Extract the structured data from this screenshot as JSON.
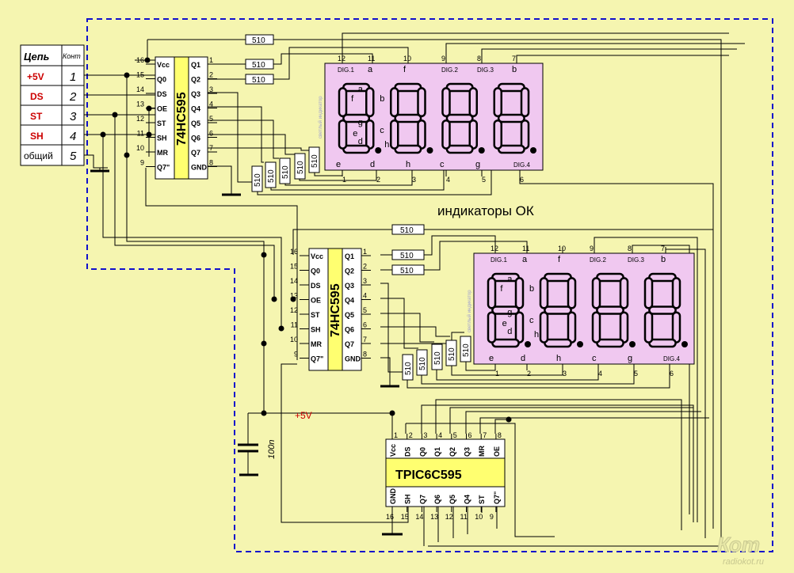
{
  "connector": {
    "header": [
      "Цепь",
      "Конт"
    ],
    "rows": [
      {
        "name": "+5V",
        "pin": "1"
      },
      {
        "name": "DS",
        "pin": "2"
      },
      {
        "name": "ST",
        "pin": "3"
      },
      {
        "name": "SH",
        "pin": "4"
      },
      {
        "name": "общий",
        "pin": "5"
      }
    ]
  },
  "chips": {
    "shift1": {
      "title": "74HC595",
      "left_pins": [
        "Vcc",
        "Q0",
        "DS",
        "OE",
        "ST",
        "SH",
        "MR",
        "Q7\""
      ],
      "left_nums": [
        "16",
        "15",
        "14",
        "13",
        "12",
        "11",
        "10",
        "9"
      ],
      "right_pins": [
        "Q1",
        "Q2",
        "Q3",
        "Q4",
        "Q5",
        "Q6",
        "Q7",
        "GND"
      ],
      "right_nums": [
        "1",
        "2",
        "3",
        "4",
        "5",
        "6",
        "7",
        "8"
      ]
    },
    "shift2": {
      "title": "74HC595",
      "left_pins": [
        "Vcc",
        "Q0",
        "DS",
        "OE",
        "ST",
        "SH",
        "MR",
        "Q7\""
      ],
      "left_nums": [
        "16",
        "15",
        "14",
        "13",
        "12",
        "11",
        "10",
        "9"
      ],
      "right_pins": [
        "Q1",
        "Q2",
        "Q3",
        "Q4",
        "Q5",
        "Q6",
        "Q7",
        "GND"
      ],
      "right_nums": [
        "1",
        "2",
        "3",
        "4",
        "5",
        "6",
        "7",
        "8"
      ]
    },
    "tpic": {
      "title": "TPIC6C595",
      "top_pins": [
        "Vcc",
        "DS",
        "Q0",
        "Q1",
        "Q2",
        "Q3",
        "MR",
        "OE"
      ],
      "top_nums": [
        "1",
        "2",
        "3",
        "4",
        "5",
        "6",
        "7",
        "8"
      ],
      "bottom_pins": [
        "GND",
        "SH",
        "Q7",
        "Q6",
        "Q5",
        "Q4",
        "ST",
        "Q7\""
      ],
      "bottom_nums": [
        "16",
        "15",
        "14",
        "13",
        "12",
        "11",
        "10",
        "9"
      ]
    }
  },
  "displays": {
    "top_labels": [
      "DIG.1",
      "a",
      "f",
      "DIG.2",
      "DIG.3",
      "b"
    ],
    "top_nums": [
      "12",
      "11",
      "10",
      "9",
      "8",
      "7"
    ],
    "bottom_labels": [
      "e",
      "d",
      "h",
      "c",
      "g",
      "DIG.4"
    ],
    "bottom_nums": [
      "1",
      "2",
      "3",
      "4",
      "5",
      "6"
    ],
    "segment_labels": {
      "a": "a",
      "b": "b",
      "c": "c",
      "d": "d",
      "e": "e",
      "f": "f",
      "g": "g",
      "h": "h"
    },
    "side_text": "светлый индикатор"
  },
  "resistor_value": "510",
  "capacitor_value": "100n",
  "supply_label": "+5V",
  "caption": "индикаторы ОК",
  "watermark": {
    "logo": "Кот",
    "site": "radiokot.ru"
  },
  "colors": {
    "background": "#f5f5b0",
    "chip": "#ffff70",
    "display": "#f0c8f0",
    "line": "#000000",
    "label_red": "#cc0000",
    "border_dashed": "#1010cc"
  }
}
